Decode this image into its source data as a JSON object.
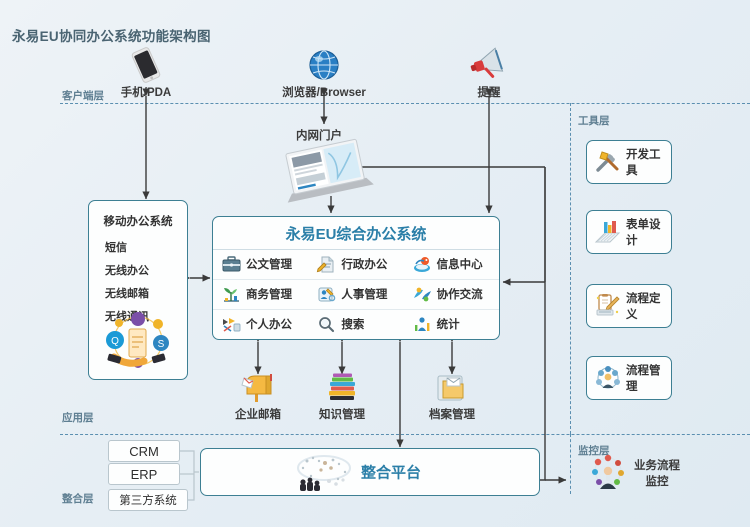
{
  "title": "永易EU协同办公系统功能架构图",
  "layers": {
    "client": "客户端层",
    "tools": "工具层",
    "application": "应用层",
    "monitor": "监控层",
    "integration": "整合层"
  },
  "clients": [
    {
      "label": "手机/PDA",
      "icon": "smartphone-icon"
    },
    {
      "label": "浏览器/Browser",
      "icon": "globe-icon"
    },
    {
      "label": "提醒",
      "icon": "megaphone-icon"
    }
  ],
  "portal": {
    "label": "内网门户",
    "icon": "laptop-portal-icon"
  },
  "mobile": {
    "title": "移动办公系统",
    "items": [
      "短信",
      "无线办公",
      "无线邮箱",
      "无线通讯"
    ],
    "icon": "mobile-payment-icon"
  },
  "main_system": {
    "title": "永易EU综合办公系统",
    "modules": [
      {
        "label": "公文管理",
        "icon": "briefcase-icon"
      },
      {
        "label": "行政办公",
        "icon": "document-pen-icon"
      },
      {
        "label": "信息中心",
        "icon": "info-bird-icon"
      },
      {
        "label": "商务管理",
        "icon": "chart-plant-icon"
      },
      {
        "label": "人事管理",
        "icon": "people-gear-icon"
      },
      {
        "label": "协作交流",
        "icon": "collaboration-icon"
      },
      {
        "label": "个人办公",
        "icon": "personal-desk-icon"
      },
      {
        "label": "搜索",
        "icon": "magnifier-icon"
      },
      {
        "label": "统计",
        "icon": "statistics-icon"
      }
    ]
  },
  "apps": [
    {
      "label": "企业邮箱",
      "icon": "mailbox-icon"
    },
    {
      "label": "知识管理",
      "icon": "books-icon"
    },
    {
      "label": "档案管理",
      "icon": "archive-folder-icon"
    }
  ],
  "tools": [
    {
      "label": "开发工具",
      "icon": "wrench-hammer-icon"
    },
    {
      "label": "表单设计",
      "icon": "form-design-icon"
    },
    {
      "label": "流程定义",
      "icon": "clipboard-pen-icon"
    },
    {
      "label": "流程管理",
      "icon": "process-people-icon"
    }
  ],
  "integration": {
    "platform_label": "整合平台",
    "platform_icon": "crowd-network-icon",
    "systems": [
      "CRM",
      "ERP",
      "第三方系统"
    ]
  },
  "monitor": {
    "label_line1": "业务流程",
    "label_line2": "监控",
    "icon": "monitor-people-icon"
  },
  "colors": {
    "title_text": "#4a6472",
    "accent_blue": "#2b7fa8",
    "box_border": "#3d7f93",
    "dash_line": "#5b8fb0",
    "layer_label": "#5f7f92",
    "wire": "#3a3a3a",
    "background_start": "#eef3f7",
    "background_end": "#dfeaf2"
  }
}
